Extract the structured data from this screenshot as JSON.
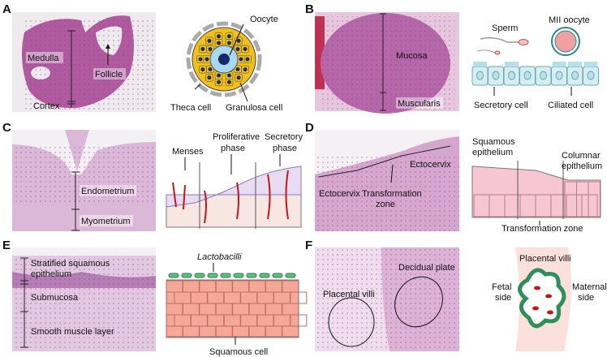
{
  "panels": {
    "A": {
      "letter": "A",
      "medulla": "Medulla",
      "follicle": "Follicle",
      "cortex": "Cortex",
      "oocyte": "Oocyte",
      "theca": "Theca cell",
      "granulosa": "Granulosa cell"
    },
    "B": {
      "letter": "B",
      "mucosa": "Mucosa",
      "muscularis": "Muscularis",
      "sperm": "Sperm",
      "mii": "MII oocyte",
      "secretory": "Secretory cell",
      "ciliated": "Ciliated cell"
    },
    "C": {
      "letter": "C",
      "endometrium": "Endometrium",
      "myometrium": "Myometrium",
      "menses": "Menses",
      "prolif1": "Proliferative",
      "prolif2": "phase",
      "secr1": "Secretory",
      "secr2": "phase"
    },
    "D": {
      "letter": "D",
      "ectocervix1": "Ectocervix",
      "ectocervix2": "Ectocervix",
      "tz1": "Transformation",
      "tz2": "zone",
      "squam1": "Squamous",
      "squam2": "epithelium",
      "col1": "Columnar",
      "col2": "epithelium",
      "tzfull": "Transformation zone"
    },
    "E": {
      "letter": "E",
      "strat1": "Stratified squamous",
      "strat2": "epithelium",
      "submucosa": "Submucosa",
      "smooth": "Smooth muscle layer",
      "lacto": "Lactobacilli",
      "squamous": "Squamous cell"
    },
    "F": {
      "letter": "F",
      "villi": "Placental villi",
      "decidual": "Decidual plate",
      "villi2": "Placental villi",
      "fetal1": "Fetal",
      "fetal2": "side",
      "maternal1": "Maternal",
      "maternal2": "side"
    }
  },
  "colors": {
    "he_pink": "#c77fb8",
    "he_dark": "#9a3f8a",
    "granulosa": "#f2c01a",
    "oocyte": "#a8d8f0",
    "cell_blue": "#d5eef5",
    "squamous": "#f5a898",
    "villi_green": "#2f8f5a"
  }
}
